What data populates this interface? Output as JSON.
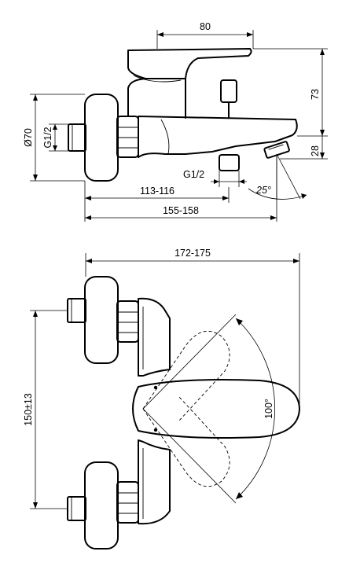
{
  "side_view": {
    "dim_lever_width": "80",
    "dim_height_upper": "73",
    "dim_height_lower": "28",
    "dim_flange_diameter": "Ø70",
    "dim_inlet_thread": "G1/2",
    "dim_shower_thread": "G1/2",
    "dim_outlet_reach": "113-116",
    "dim_overall_reach": "155-158",
    "dim_spout_angle": "25°"
  },
  "front_view": {
    "dim_overall_width": "172-175",
    "dim_center_distance": "150±13",
    "dim_lever_rotation": "100°"
  }
}
